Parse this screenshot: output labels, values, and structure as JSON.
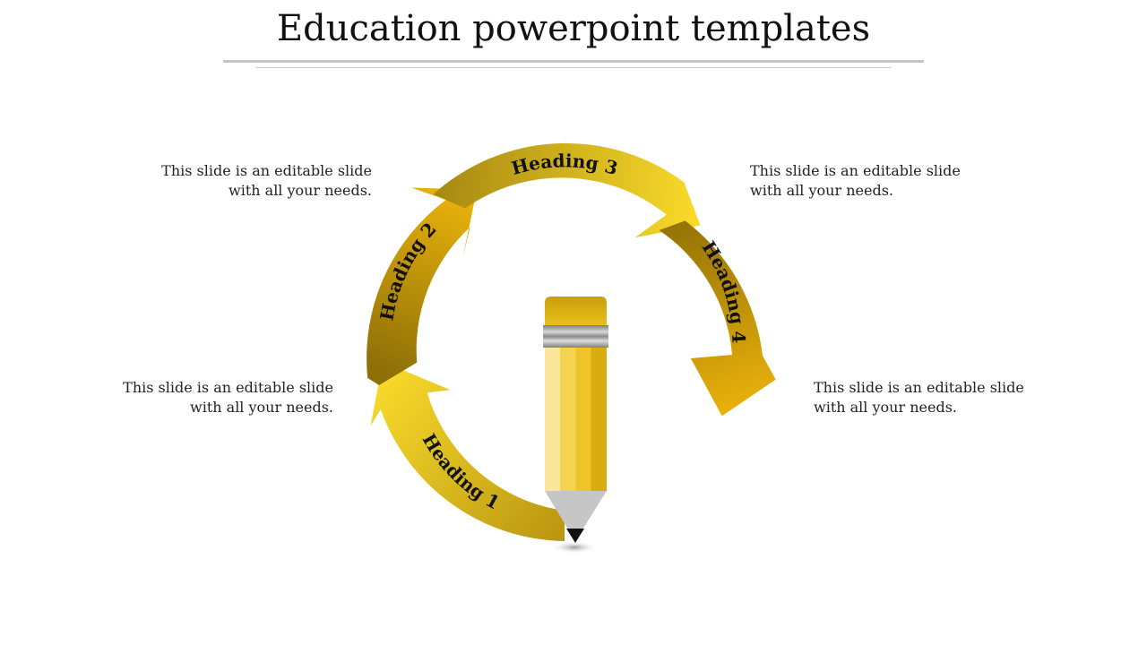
{
  "title": "Education powerpoint templates",
  "headings": [
    "Heading 1",
    "Heading 2",
    "Heading 3",
    "Heading 4"
  ],
  "notes": {
    "top_left": [
      "This slide is an editable slide",
      "with all your needs."
    ],
    "top_right": [
      "This slide is an editable slide",
      "with all your needs."
    ],
    "bottom_left": [
      "This slide is an editable slide",
      "with all your needs."
    ],
    "bottom_right": [
      "This slide is an editable slide",
      "with all your needs."
    ]
  },
  "colors": {
    "accent": "#f2c81a",
    "accent_dark": "#a07f10",
    "pencil_tip": "#c9c9c9",
    "ferrule": "#9a9a9a"
  },
  "icons": [
    "pencil-icon",
    "arrow-segment-icon"
  ]
}
